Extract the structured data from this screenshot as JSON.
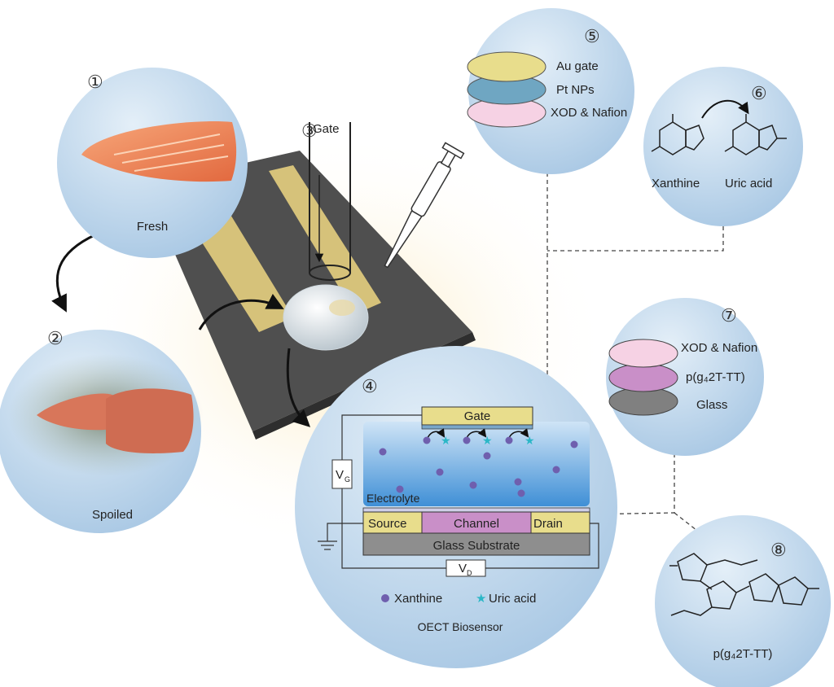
{
  "steps": {
    "s1": {
      "num": "①",
      "label": "Fresh"
    },
    "s2": {
      "num": "②",
      "label": "Spoiled"
    },
    "s3": {
      "num": "③",
      "label": "Gate"
    },
    "s4": {
      "num": "④",
      "label": "OECT Biosensor"
    },
    "s5": {
      "num": "⑤"
    },
    "s6": {
      "num": "⑥"
    },
    "s7": {
      "num": "⑦"
    },
    "s8": {
      "num": "⑧",
      "label": "p(g₄2T-TT)"
    }
  },
  "oect": {
    "gate": "Gate",
    "electrolyte": "Electrolyte",
    "source": "Source",
    "channel": "Channel",
    "drain": "Drain",
    "substrate": "Glass Substrate",
    "vg": "V",
    "vg_sub": "G",
    "vd": "V",
    "vd_sub": "D",
    "legend_xanthine": "Xanthine",
    "legend_uric": "Uric acid"
  },
  "gate_layers": {
    "l1": "Au gate",
    "l2": "Pt NPs",
    "l3": "XOD & Nafion"
  },
  "reaction": {
    "left": "Xanthine",
    "right": "Uric acid"
  },
  "channel_layers": {
    "l1": "XOD & Nafion",
    "l2": "p(g₄2T-TT)",
    "l3": "Glass"
  },
  "colors": {
    "bubble": "#c5dbee",
    "gold": "#e8dd8c",
    "pink": "#f6d2e4",
    "purple": "#c98fc8",
    "dot": "#6f5fae",
    "star": "#2bb7c7"
  }
}
